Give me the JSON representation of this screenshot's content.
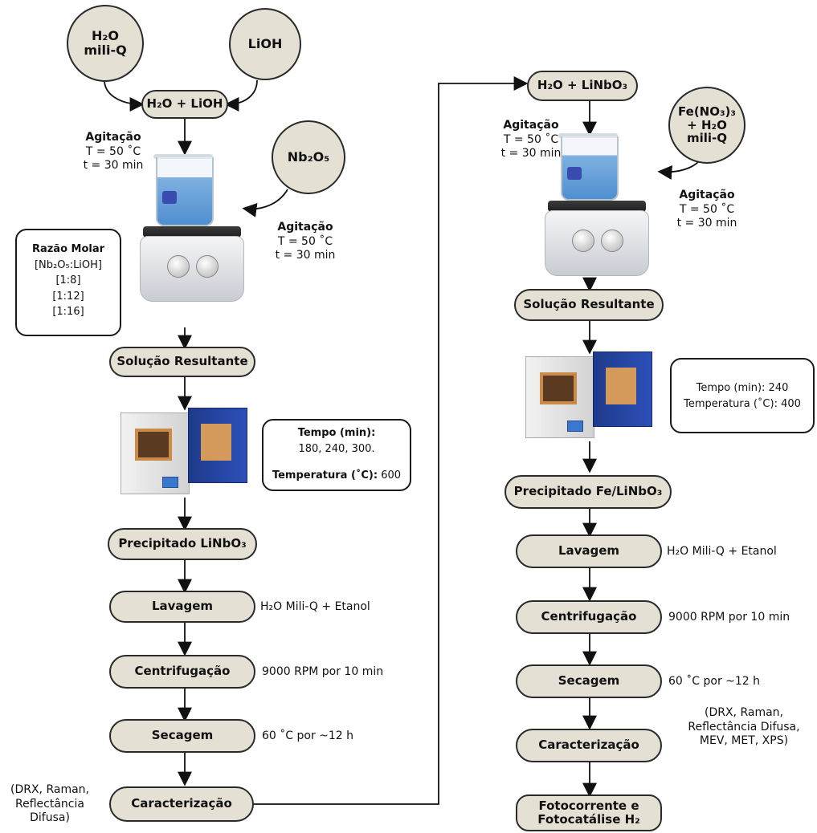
{
  "inputs": {
    "h2o_mili_q_line1": "H₂O",
    "h2o_mili_q_line2": "mili-Q",
    "lioh": "LiOH",
    "nb2o5": "Nb₂O₅",
    "fe_nitrate_line1": "Fe(NO₃)₃",
    "fe_nitrate_line2": "+ H₂O",
    "fe_nitrate_line3": "mili-Q"
  },
  "left_flow": {
    "mix": "H₂O + LiOH",
    "stir1": {
      "title": "Agitação",
      "temp": "T = 50 ˚C",
      "time": "t = 30 min"
    },
    "stir2": {
      "title": "Agitação",
      "temp": "T = 50 ˚C",
      "time": "t = 30 min"
    },
    "molar_ratio": {
      "title": "Razão Molar",
      "formula": "[Nb₂O₅:LiOH]",
      "ratios": [
        "[1:8]",
        "[1:12]",
        "[1:16]"
      ]
    },
    "solution": "Solução Resultante",
    "furnace_info": {
      "time_label": "Tempo (min):",
      "time_values": "180, 240, 300.",
      "temp_label": "Temperatura (˚C):",
      "temp_value": " 600"
    },
    "precipitate": "Precipitado LiNbO₃",
    "wash": "Lavagem",
    "wash_note": "H₂O Mili-Q + Etanol",
    "centrifuge": "Centrifugação",
    "centrifuge_note": "9000 RPM por 10 min",
    "dry": "Secagem",
    "dry_note": "60 ˚C por ~12 h",
    "characterization": "Caracterização",
    "char_note": [
      "(DRX, Raman,",
      "Reflectância",
      "Difusa)"
    ]
  },
  "right_flow": {
    "mix": "H₂O + LiNbO₃",
    "stir1": {
      "title": "Agitação",
      "temp": "T = 50 ˚C",
      "time": "t = 30 min"
    },
    "stir2": {
      "title": "Agitação",
      "temp": "T = 50 ˚C",
      "time": "t = 30 min"
    },
    "solution": "Solução Resultante",
    "furnace_info": {
      "time": "Tempo (min): 240",
      "temp": "Temperatura (˚C): 400"
    },
    "precipitate": "Precipitado Fe/LiNbO₃",
    "wash": "Lavagem",
    "wash_note": "H₂O Mili-Q + Etanol",
    "centrifuge": "Centrifugação",
    "centrifuge_note": "9000 RPM por 10 min",
    "dry": "Secagem",
    "dry_note": "60 ˚C por ~12 h",
    "characterization": "Caracterização",
    "char_note": [
      "(DRX, Raman,",
      "Reflectância Difusa,",
      "MEV, MET, XPS)"
    ],
    "final_line1": "Fotocorrente e",
    "final_line2": "Fotocatálise H₂"
  },
  "colors": {
    "node_fill": "#e4e0d4",
    "stroke": "#2a2a2a",
    "liquid": "#4f8fd0",
    "furnace_door": "#1e3a8a"
  }
}
